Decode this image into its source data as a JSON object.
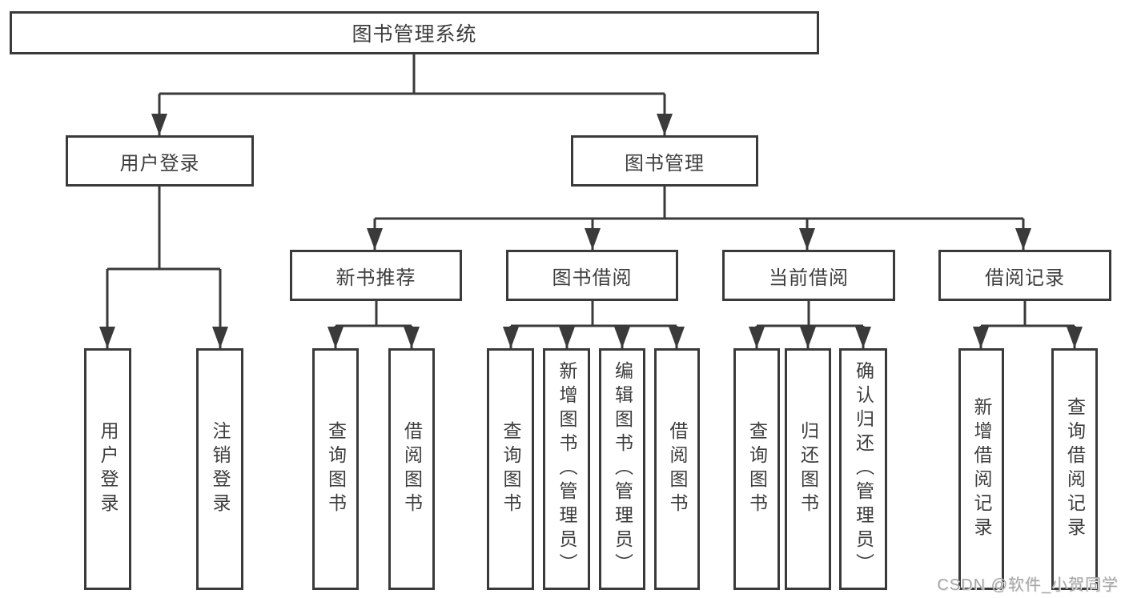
{
  "tree": {
    "root": {
      "label": "图书管理系统"
    },
    "branches": [
      {
        "label": "用户登录",
        "children": [
          {
            "label": "用户登录"
          },
          {
            "label": "注销登录"
          }
        ]
      },
      {
        "label": "图书管理",
        "groups": [
          {
            "label": "新书推荐",
            "children": [
              {
                "label": "查询图书"
              },
              {
                "label": "借阅图书"
              }
            ]
          },
          {
            "label": "图书借阅",
            "children": [
              {
                "label": "查询图书"
              },
              {
                "label": "新增图书（管理员）"
              },
              {
                "label": "编辑图书（管理员）"
              },
              {
                "label": "借阅图书"
              }
            ]
          },
          {
            "label": "当前借阅",
            "children": [
              {
                "label": "查询图书"
              },
              {
                "label": "归还图书"
              },
              {
                "label": "确认归还（管理员）"
              }
            ]
          },
          {
            "label": "借阅记录",
            "children": [
              {
                "label": "新增借阅记录"
              },
              {
                "label": "查询借阅记录"
              }
            ]
          }
        ]
      }
    ]
  },
  "watermark": "CSDN @软件_小贺同学",
  "colors": {
    "line": "#3a3a3a",
    "text": "#3d3d3d",
    "background": "#ffffff",
    "watermark": "#a6a6a6"
  }
}
